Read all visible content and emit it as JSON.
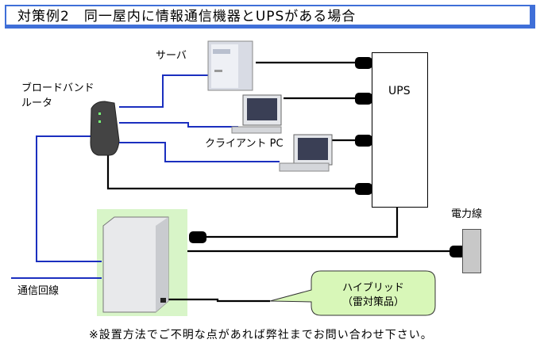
{
  "title": "対策例2　同一屋内に情報通信機器とUPSがある場合",
  "labels": {
    "server": "サーバ",
    "router": "ブロードバンド\nルータ",
    "router_line1": "ブロードバンド",
    "router_line2": "ルータ",
    "client_pc": "クライアント PC",
    "ups": "UPS",
    "power_line": "電力線",
    "comm_line": "通信回線",
    "hybrid_line1": "ハイブリッド",
    "hybrid_line2": "（雷対策品）"
  },
  "footer": "※設置方法でご不明な点があれば弊社までお問い合わせ下さい。",
  "colors": {
    "accent_blue": "#3f6fd8",
    "network_line": "#1b2fbf",
    "power_cable": "#000000",
    "device_highlight": "#d8f5c8",
    "callout_fill": "#d8f7b8"
  }
}
